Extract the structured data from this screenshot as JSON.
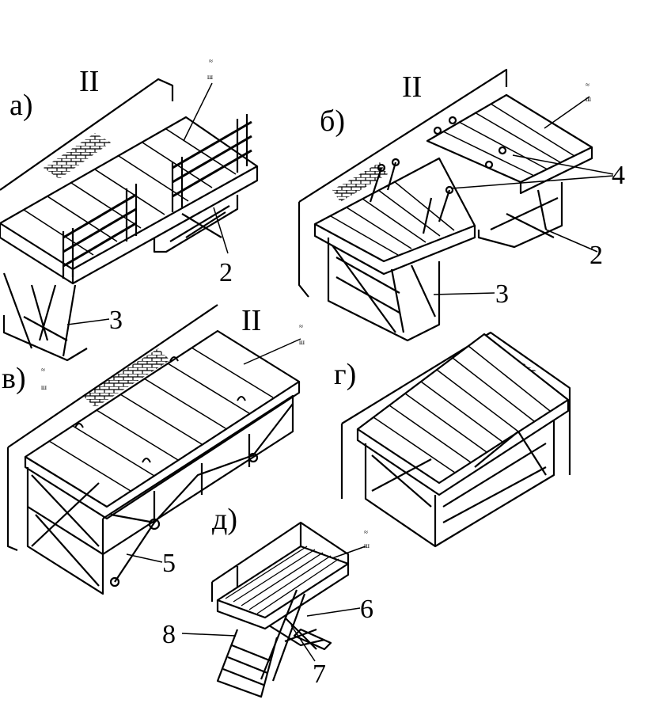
{
  "panels": {
    "a": {
      "letter": "а)",
      "floor": "II",
      "callouts": [
        "2",
        "3"
      ]
    },
    "b": {
      "letter": "б)",
      "floor": "II",
      "callouts": [
        "4",
        "2",
        "3"
      ]
    },
    "v": {
      "letter": "в)",
      "floor": "II",
      "callouts": [
        "5"
      ]
    },
    "g": {
      "letter": "г)"
    },
    "d": {
      "letter": "д)",
      "callouts": [
        "6",
        "8",
        "7"
      ]
    }
  },
  "marker": "ш",
  "colors": {
    "ink": "#000000",
    "paper": "#ffffff"
  }
}
